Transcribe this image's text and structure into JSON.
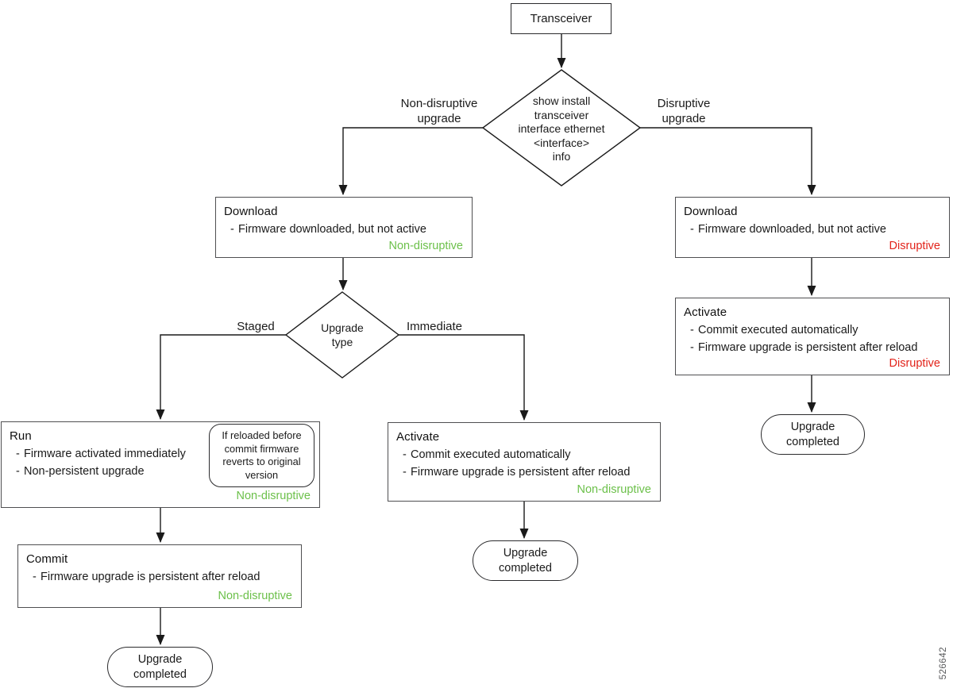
{
  "ui": {
    "bullet_marker": "-"
  },
  "colors": {
    "non_disruptive": "#6cc04a",
    "disruptive": "#e2231a",
    "line": "#1a1a1a",
    "figure_id_gray": "#58595b"
  },
  "figure_id": "526642",
  "nodes": {
    "transceiver": {
      "label": "Transceiver"
    },
    "decision_install": {
      "text": "show install\ntransceiver\ninterface ethernet\n<interface>\ninfo"
    },
    "branch_nondisruptive_label": "Non-disruptive\nupgrade",
    "branch_disruptive_label": "Disruptive\nupgrade",
    "download_nondisruptive": {
      "title": "Download",
      "bullets": [
        "Firmware downloaded, but not active"
      ],
      "status": "Non-disruptive"
    },
    "download_disruptive": {
      "title": "Download",
      "bullets": [
        "Firmware downloaded, but not active"
      ],
      "status": "Disruptive"
    },
    "decision_type": {
      "text": "Upgrade\ntype"
    },
    "staged_label": "Staged",
    "immediate_label": "Immediate",
    "run": {
      "title": "Run",
      "bullets": [
        "Firmware activated immediately",
        "Non-persistent upgrade"
      ],
      "note": "If reloaded before\ncommit firmware\nreverts to original\nversion",
      "status": "Non-disruptive"
    },
    "activate_nondisruptive": {
      "title": "Activate",
      "bullets": [
        "Commit executed automatically",
        "Firmware upgrade is persistent after reload"
      ],
      "status": "Non-disruptive"
    },
    "activate_disruptive": {
      "title": "Activate",
      "bullets": [
        "Commit executed automatically",
        "Firmware upgrade is persistent after reload"
      ],
      "status": "Disruptive"
    },
    "commit": {
      "title": "Commit",
      "bullets": [
        "Firmware upgrade is persistent after reload"
      ],
      "status": "Non-disruptive"
    },
    "completed_staged": {
      "label": "Upgrade\ncompleted"
    },
    "completed_immediate": {
      "label": "Upgrade\ncompleted"
    },
    "completed_disruptive": {
      "label": "Upgrade\ncompleted"
    }
  }
}
